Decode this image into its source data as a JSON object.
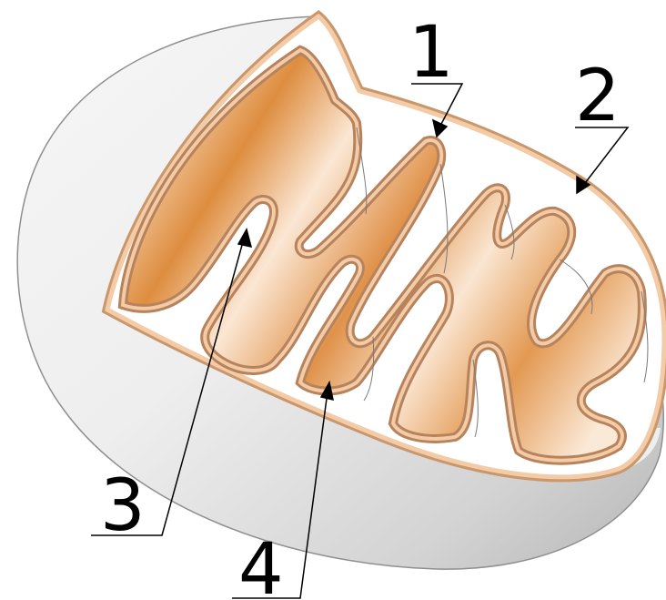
{
  "labels": [
    {
      "id": "1",
      "text": "1"
    },
    {
      "id": "2",
      "text": "2"
    },
    {
      "id": "3",
      "text": "3"
    },
    {
      "id": "4",
      "text": "4"
    }
  ],
  "colors": {
    "outer_shell_light": "#f7f7f7",
    "outer_shell_mid": "#d9d9d9",
    "outer_shell_dark": "#a9a9a9",
    "membrane_edge": "#b7835c",
    "membrane_fill": "#f3c9a2",
    "matrix_light": "#fbe6d2",
    "matrix_dark": "#dd8a3b",
    "intermembrane_space": "#ffffff",
    "line": "#000000"
  }
}
